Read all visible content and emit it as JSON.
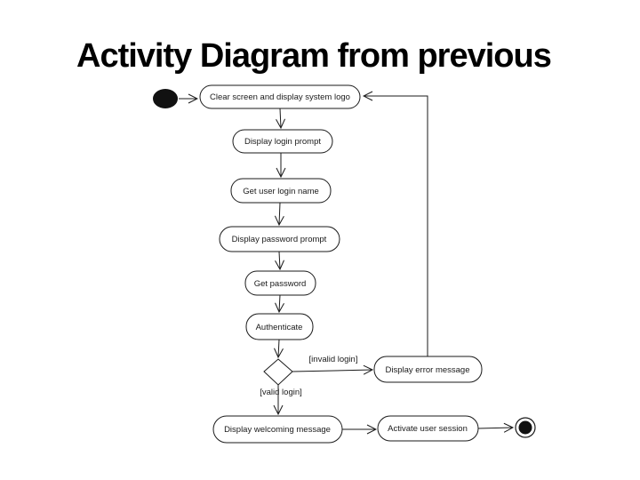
{
  "slide": {
    "title": "Activity Diagram from previous",
    "background": "#ffffff"
  },
  "diagram": {
    "type": "uml-activity-diagram",
    "stroke_color": "#1a1a1a",
    "node_fill": "#ffffff",
    "start_node": "initial-node",
    "end_node": "final-node-bullseye",
    "activities": [
      {
        "label": "Clear screen and display system logo"
      },
      {
        "label": "Display login prompt"
      },
      {
        "label": "Get user login name"
      },
      {
        "label": "Display password prompt"
      },
      {
        "label": "Get password"
      },
      {
        "label": "Authenticate"
      },
      {
        "label": "Display error message"
      },
      {
        "label": "Display welcoming message"
      },
      {
        "label": "Activate user session"
      }
    ],
    "decision": {
      "branches": [
        {
          "guard": "[invalid login]",
          "target": "Display error message"
        },
        {
          "guard": "[valid login]",
          "target": "Display welcoming message"
        }
      ]
    },
    "flow": [
      "start -> Clear screen and display system logo",
      "Clear screen and display system logo -> Display login prompt",
      "Display login prompt -> Get user login name",
      "Get user login name -> Display password prompt",
      "Display password prompt -> Get password",
      "Get password -> Authenticate",
      "Authenticate -> decision",
      "decision -[invalid login]-> Display error message",
      "Display error message -> Clear screen and display system logo",
      "decision -[valid login]-> Display welcoming message",
      "Display welcoming message -> Activate user session",
      "Activate user session -> end"
    ]
  }
}
